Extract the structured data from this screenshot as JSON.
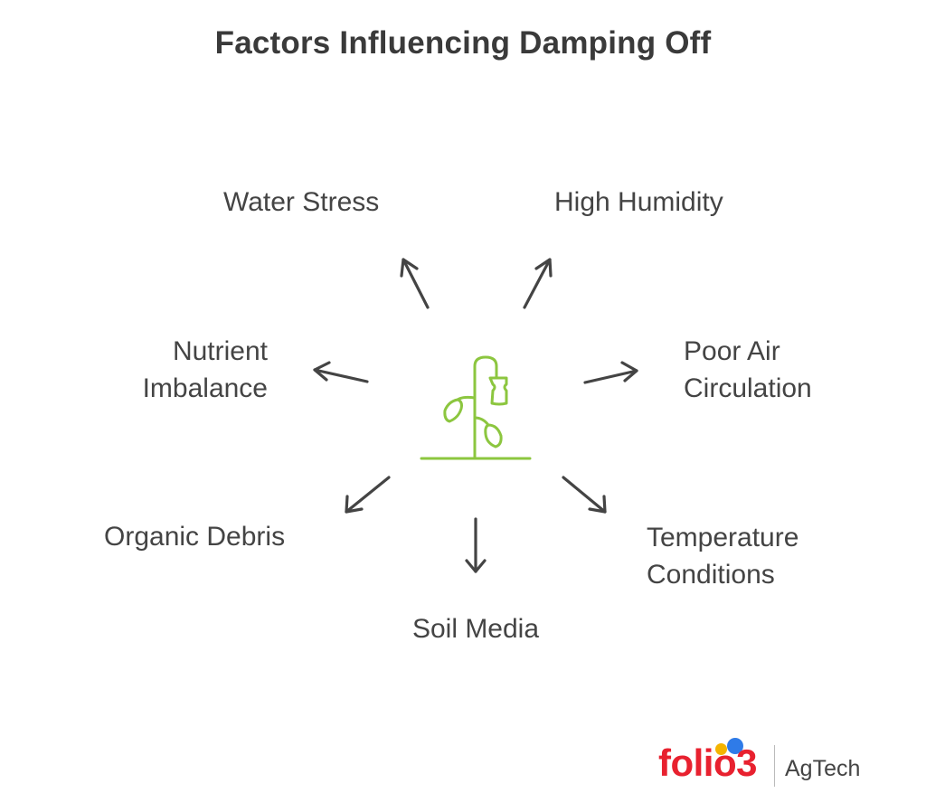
{
  "title": "Factors Influencing Damping Off",
  "factors": {
    "water_stress": "Water Stress",
    "high_humidity": "High Humidity",
    "nutrient_imbalance": [
      "Nutrient",
      "Imbalance"
    ],
    "poor_air_circulation": [
      "Poor Air",
      "Circulation"
    ],
    "organic_debris": "Organic Debris",
    "temperature_conditions": [
      "Temperature",
      "Conditions"
    ],
    "soil_media": "Soil Media"
  },
  "center_icon": "wilting-plant-icon",
  "colors": {
    "plant": "#8cc63f",
    "arrow": "#444444",
    "logo_red": "#e8212f",
    "logo_yellow": "#f4b400",
    "logo_blue": "#2f7be8"
  },
  "logo": {
    "word": "folio3",
    "sub": "AgTech"
  }
}
